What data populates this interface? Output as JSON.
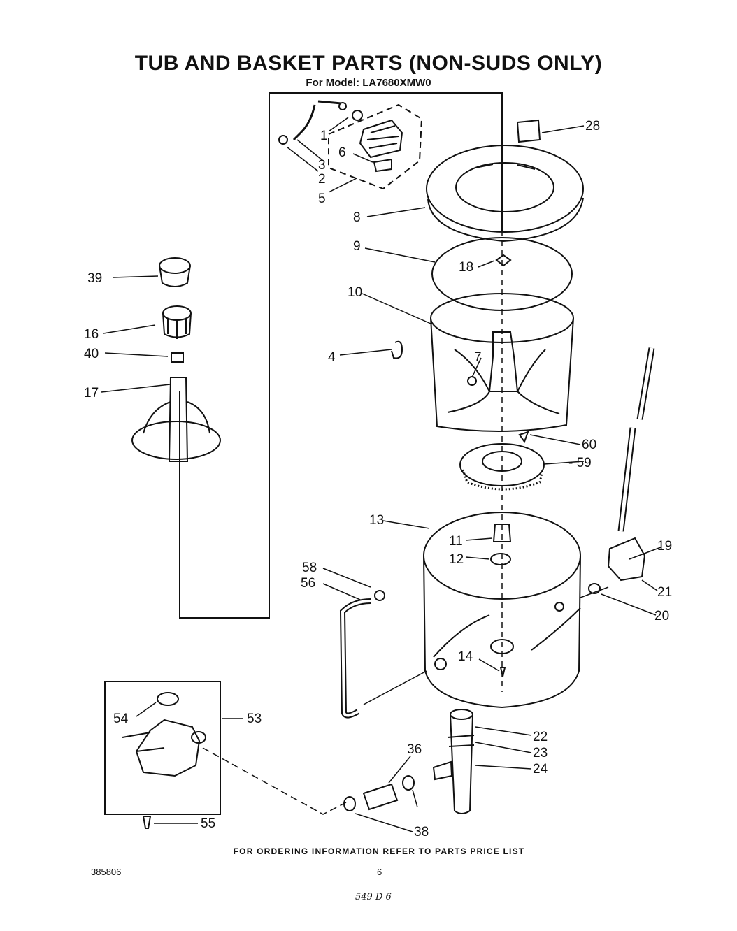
{
  "title": "TUB AND BASKET PARTS (NON-SUDS ONLY)",
  "subtitle": "For Model: LA7680XMW0",
  "footer_note": "FOR ORDERING INFORMATION REFER TO PARTS PRICE LIST",
  "doc_number": "385806",
  "page_number": "6",
  "handwritten_note": "549 D 6",
  "callouts": {
    "c1": "1",
    "c2": "2",
    "c3": "3",
    "c4": "4",
    "c5": "5",
    "c6": "6",
    "c7": "7",
    "c8": "8",
    "c9": "9",
    "c10": "10",
    "c11": "11",
    "c12": "12",
    "c13": "13",
    "c14": "14",
    "c16": "16",
    "c17": "17",
    "c18": "18",
    "c19": "19",
    "c20": "20",
    "c21": "21",
    "c22": "22",
    "c23": "23",
    "c24": "24",
    "c28": "28",
    "c36": "36",
    "c38": "38",
    "c39": "39",
    "c40": "40",
    "c53": "53",
    "c54": "54",
    "c55": "55",
    "c56": "56",
    "c58": "58",
    "c59": "- 59",
    "c60": "60"
  }
}
